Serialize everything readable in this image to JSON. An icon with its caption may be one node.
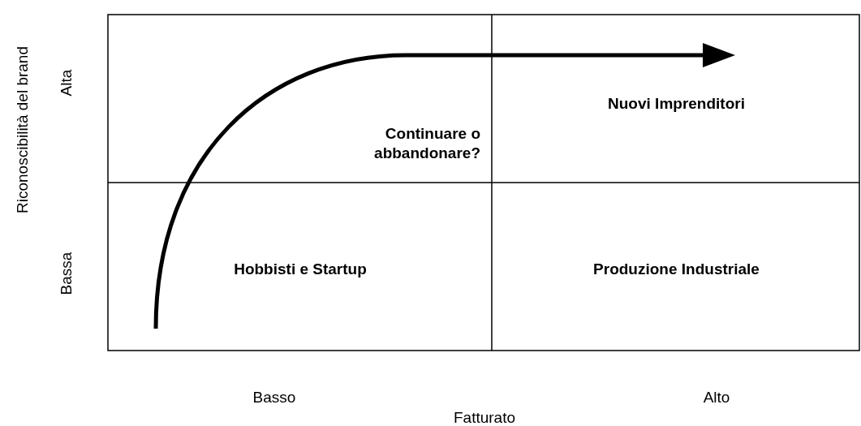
{
  "diagram": {
    "labels": [
      "Riconoscibilità del brand",
      "Alta",
      "Nuovi Imprenditori",
      "Continuare o abbandonare?",
      "Bassa",
      "Hobbisti e Startup",
      "Produzione Industriale",
      "Basso",
      "Alto",
      "Fatturato"
    ]
  }
}
